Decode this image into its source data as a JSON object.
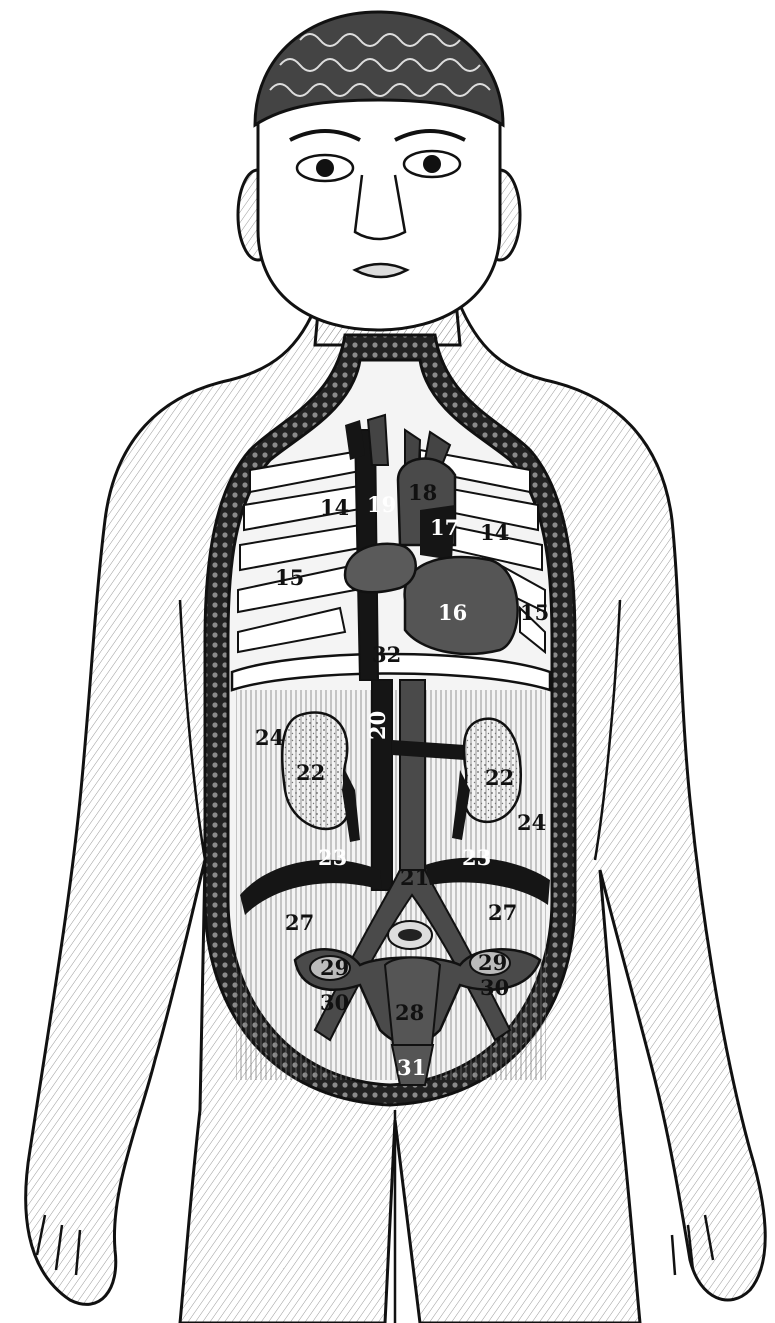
{
  "colors": {
    "ink": "#111111",
    "paper": "#ffffff",
    "skin_hatch": "#8a8a8a",
    "organ_red": "#4a4a4a",
    "vessel_dark": "#151515",
    "kidney_fill": "#cfcfcf"
  },
  "labels": {
    "n14a": "14",
    "n14b": "14",
    "n15a": "15",
    "n15b": "15",
    "n16": "16",
    "n17": "17",
    "n18": "18",
    "n19": "19",
    "n20": "20",
    "n21": "21",
    "n22a": "22",
    "n22b": "22",
    "n23a": "23",
    "n23b": "23",
    "n24a": "24",
    "n24b": "24",
    "n27a": "27",
    "n27b": "27",
    "n28": "28",
    "n29a": "29",
    "n29b": "29",
    "n30a": "30",
    "n30b": "30",
    "n31": "31",
    "n32": "32"
  }
}
